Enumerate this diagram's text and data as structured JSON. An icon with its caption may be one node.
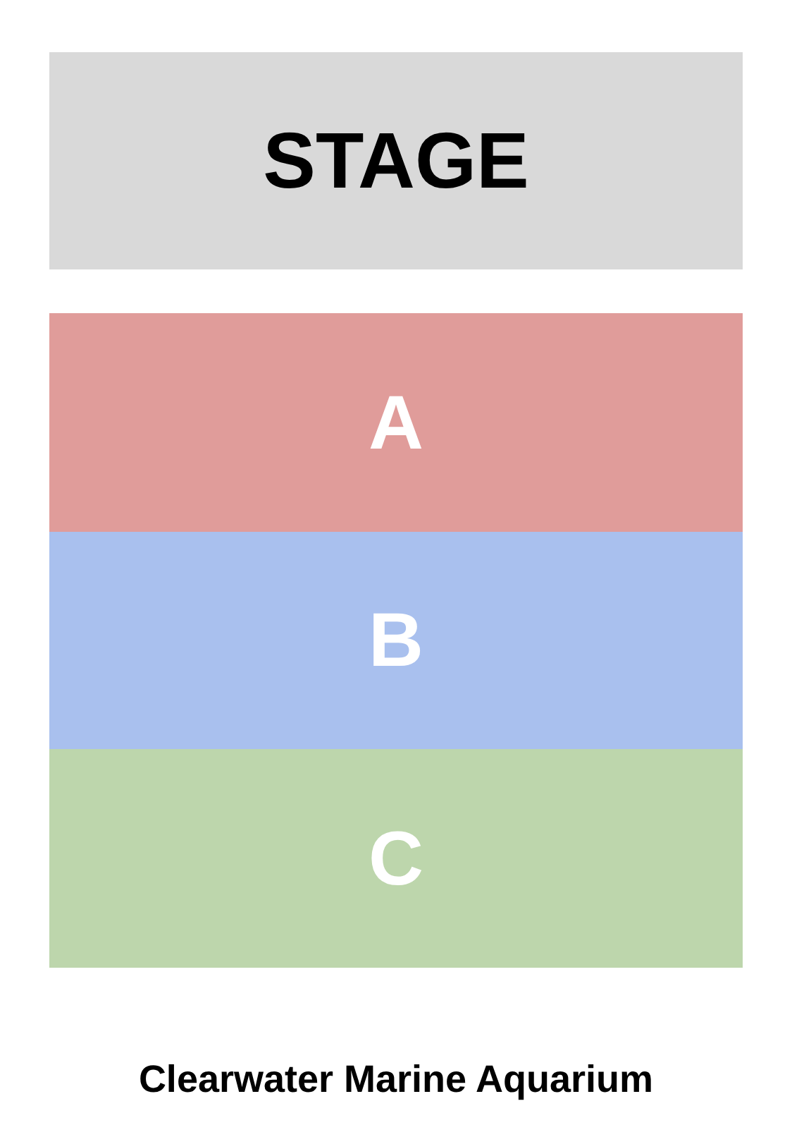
{
  "diagram": {
    "caption": "Clearwater Marine Aquarium",
    "nodes": [
      {
        "text": [
          "STAGE"
        ]
      },
      {
        "text": [
          "A"
        ]
      },
      {
        "text": [
          "B"
        ]
      },
      {
        "text": [
          "C"
        ]
      }
    ]
  }
}
